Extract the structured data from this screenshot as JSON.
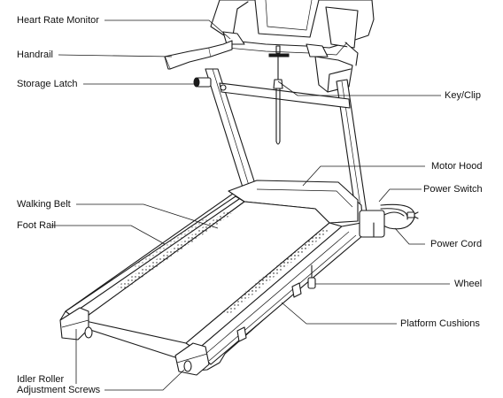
{
  "labels": {
    "heart_rate_monitor": "Heart Rate Monitor",
    "handrail": "Handrail",
    "storage_latch": "Storage Latch",
    "key_clip": "Key/Clip",
    "motor_hood": "Motor Hood",
    "power_switch": "Power Switch",
    "walking_belt": "Walking Belt",
    "foot_rail": "Foot Rail",
    "power_cord": "Power Cord",
    "wheel": "Wheel",
    "platform_cushions": "Platform Cushions",
    "idler_roller_line1": "Idler Roller",
    "idler_roller_line2": "Adjustment Screws"
  }
}
